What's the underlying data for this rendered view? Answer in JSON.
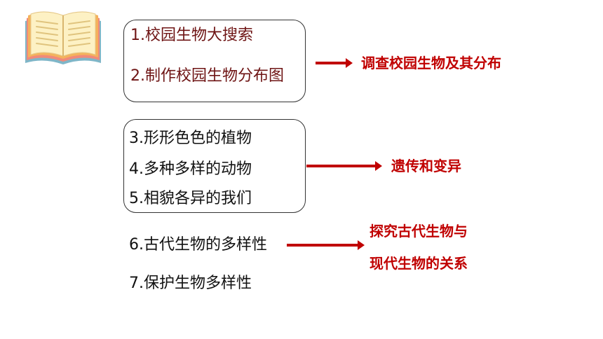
{
  "groups": [
    {
      "items": [
        "1.校园生物大搜索",
        "2.制作校园生物分布图"
      ],
      "result": [
        "调查校园生物及其分布"
      ]
    },
    {
      "items": [
        "3.形形色色的植物",
        "4.多种多样的动物",
        "5.相貌各异的我们"
      ],
      "result": [
        "遗传和变异"
      ]
    },
    {
      "items": [
        "6.古代生物的多样性",
        "7.保护生物多样性"
      ],
      "result": [
        "探究古代生物与",
        "现代生物的关系"
      ]
    }
  ],
  "colors": {
    "arrow": "#c00000",
    "result_text": "#c00000",
    "group1_text": "#6e1414"
  },
  "icons": [
    "open-book-icon"
  ]
}
